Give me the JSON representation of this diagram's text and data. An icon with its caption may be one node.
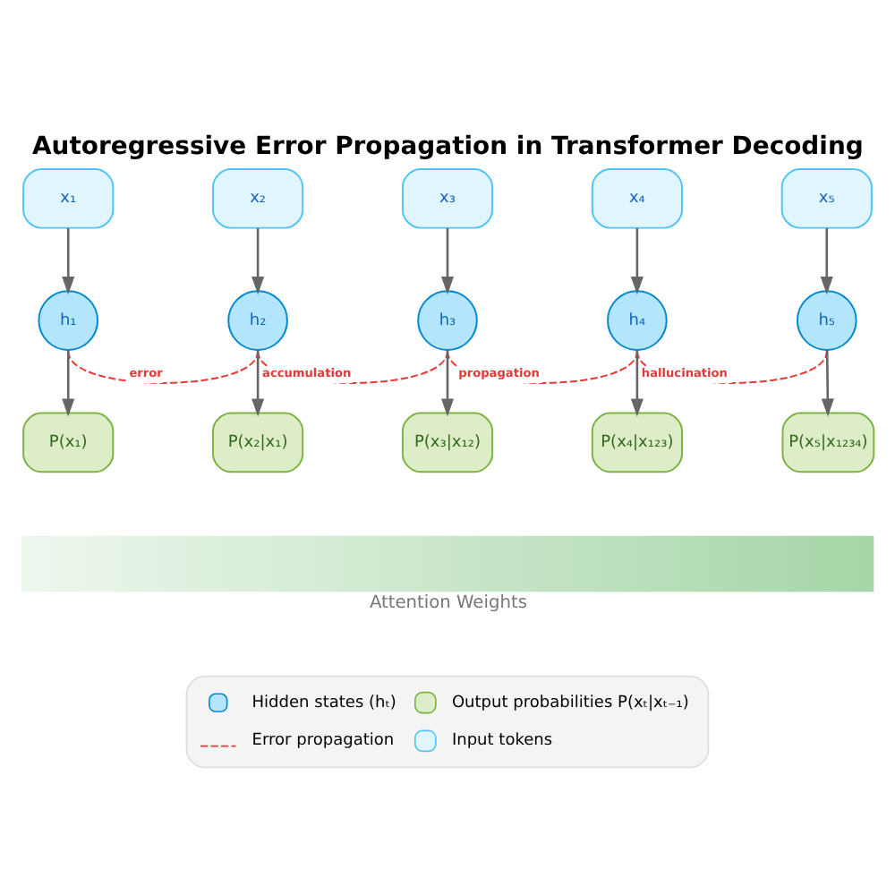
{
  "diagram": {
    "title": "Autoregressive Error Propagation in Transformer Decoding",
    "nodes": [
      {
        "text": [
          "x₁"
        ]
      },
      {
        "text": [
          "x₂"
        ]
      },
      {
        "text": [
          "x₃"
        ]
      },
      {
        "text": [
          "x₄"
        ]
      },
      {
        "text": [
          "x₅"
        ]
      },
      {
        "text": [
          "h₁"
        ]
      },
      {
        "text": [
          "h₂"
        ]
      },
      {
        "text": [
          "h₃"
        ]
      },
      {
        "text": [
          "h₄"
        ]
      },
      {
        "text": [
          "h₅"
        ]
      },
      {
        "text": [
          "P(x₁)"
        ]
      },
      {
        "text": [
          "P(x₂|x₁)"
        ]
      },
      {
        "text": [
          "P(x₃|x₁₂)"
        ]
      },
      {
        "text": [
          "P(x₄|x₁₂₃)"
        ]
      },
      {
        "text": [
          "P(x₅|x₁₂₃₄)"
        ]
      },
      {
        "text": [
          "Attention Weights"
        ]
      }
    ],
    "edges": [
      {
        "from": 0,
        "to": 5,
        "arrow": "to"
      },
      {
        "from": 1,
        "to": 6,
        "arrow": "to"
      },
      {
        "from": 2,
        "to": 7,
        "arrow": "to"
      },
      {
        "from": 3,
        "to": 8,
        "arrow": "to"
      },
      {
        "from": 4,
        "to": 9,
        "arrow": "to"
      },
      {
        "from": 5,
        "to": 10,
        "arrow": "to"
      },
      {
        "from": 6,
        "to": 11,
        "arrow": "to"
      },
      {
        "from": 7,
        "to": 12,
        "arrow": "to"
      },
      {
        "from": 8,
        "to": 13,
        "arrow": "to"
      },
      {
        "from": 9,
        "to": 14,
        "arrow": "to"
      },
      {
        "from": 5,
        "to": 6,
        "arrow": "none",
        "label": "error",
        "style": "dashed",
        "color": "#e53935"
      },
      {
        "from": 6,
        "to": 7,
        "arrow": "none",
        "label": "accumulation",
        "style": "dashed",
        "color": "#e53935"
      },
      {
        "from": 7,
        "to": 8,
        "arrow": "none",
        "label": "propagation",
        "style": "dashed",
        "color": "#e53935"
      },
      {
        "from": 8,
        "to": 9,
        "arrow": "none",
        "label": "hallucination",
        "style": "dashed",
        "color": "#e53935"
      }
    ],
    "legend": [
      {
        "text": "Hidden states (hₜ)",
        "color": "#b3e5fc"
      },
      {
        "text": "Output probabilities P(xₜ|xₜ₋₁)",
        "color": "#dcedc8"
      },
      {
        "text": "Error propagation"
      },
      {
        "text": "Input tokens",
        "color": "#e1f5fe"
      }
    ]
  }
}
